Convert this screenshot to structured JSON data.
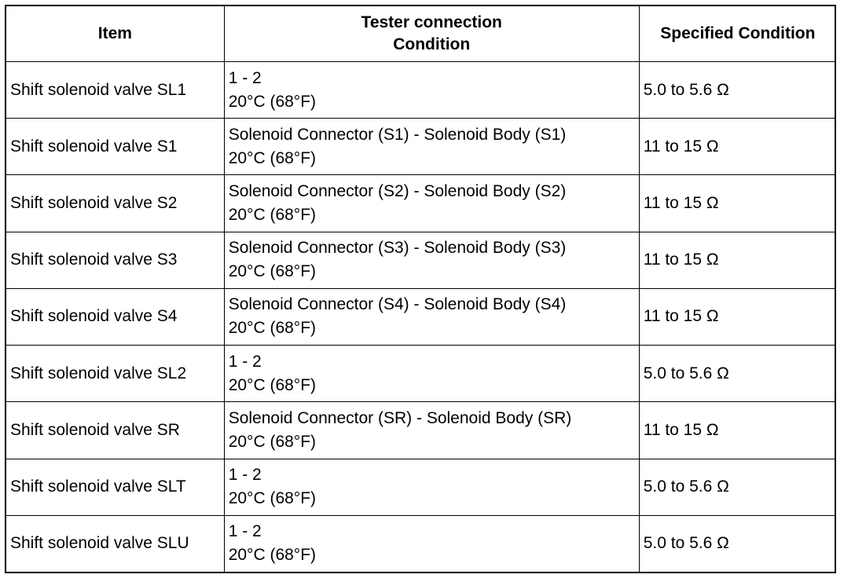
{
  "table": {
    "headers": {
      "item": "Item",
      "tester_line1": "Tester connection",
      "tester_line2": "Condition",
      "spec": "Specified Condition"
    },
    "rows": [
      {
        "item": "Shift solenoid valve SL1",
        "connection": "1 - 2",
        "condition": "20°C (68°F)",
        "spec": "5.0 to 5.6 Ω"
      },
      {
        "item": "Shift solenoid valve S1",
        "connection": "Solenoid Connector (S1) - Solenoid Body (S1)",
        "condition": "20°C (68°F)",
        "spec": "11 to 15 Ω"
      },
      {
        "item": "Shift solenoid valve S2",
        "connection": "Solenoid Connector (S2) - Solenoid Body (S2)",
        "condition": "20°C (68°F)",
        "spec": "11 to 15 Ω"
      },
      {
        "item": "Shift solenoid valve S3",
        "connection": "Solenoid Connector (S3) - Solenoid Body (S3)",
        "condition": "20°C (68°F)",
        "spec": "11 to 15 Ω"
      },
      {
        "item": "Shift solenoid valve S4",
        "connection": "Solenoid Connector (S4) - Solenoid Body (S4)",
        "condition": "20°C (68°F)",
        "spec": "11 to 15 Ω"
      },
      {
        "item": "Shift solenoid valve SL2",
        "connection": "1 - 2",
        "condition": "20°C (68°F)",
        "spec": "5.0 to 5.6 Ω"
      },
      {
        "item": "Shift solenoid valve SR",
        "connection": "Solenoid Connector (SR) - Solenoid Body (SR)",
        "condition": "20°C (68°F)",
        "spec": "11 to 15 Ω"
      },
      {
        "item": "Shift solenoid valve SLT",
        "connection": "1 - 2",
        "condition": "20°C (68°F)",
        "spec": "5.0 to 5.6 Ω"
      },
      {
        "item": "Shift solenoid valve SLU",
        "connection": "1 - 2",
        "condition": "20°C (68°F)",
        "spec": "5.0 to 5.6 Ω"
      }
    ]
  }
}
